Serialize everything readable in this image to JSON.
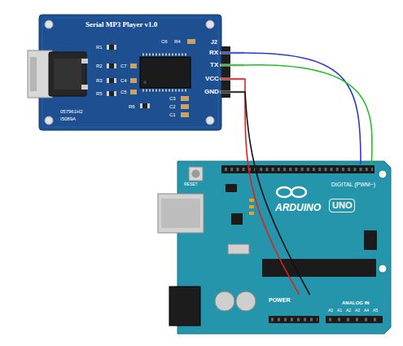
{
  "diagram": {
    "nodes": [
      {
        "text": [
          "Serial MP3 Player v1.0"
        ]
      },
      {
        "text": [
          "RX"
        ],
        "in": 0
      },
      {
        "text": [
          "TX"
        ],
        "in": 0
      },
      {
        "text": [
          "VCC"
        ],
        "in": 0
      },
      {
        "text": [
          "GND"
        ],
        "in": 0
      },
      {
        "text": [
          "ARDUINO",
          "UNO"
        ]
      },
      {
        "text": [
          "DIGITAL (PWM~)"
        ],
        "in": 5
      },
      {
        "text": [
          "POWER"
        ],
        "in": 5
      }
    ],
    "edges": [
      {
        "from": 1,
        "to": 6,
        "arrow": "none"
      },
      {
        "from": 2,
        "to": 6,
        "arrow": "none"
      },
      {
        "from": 3,
        "to": 7,
        "arrow": "none"
      },
      {
        "from": 4,
        "to": 7,
        "arrow": "none"
      }
    ],
    "labels": [
      "J2",
      "R1",
      "C6",
      "R4",
      "R2",
      "C7",
      "R3",
      "C4",
      "R5",
      "C5",
      "R6",
      "C3",
      "C2",
      "C1",
      "057961H2",
      "I5089A",
      "RESET",
      "ANALOG IN",
      "A0",
      "A1",
      "A2",
      "A3",
      "A4",
      "A5"
    ]
  }
}
